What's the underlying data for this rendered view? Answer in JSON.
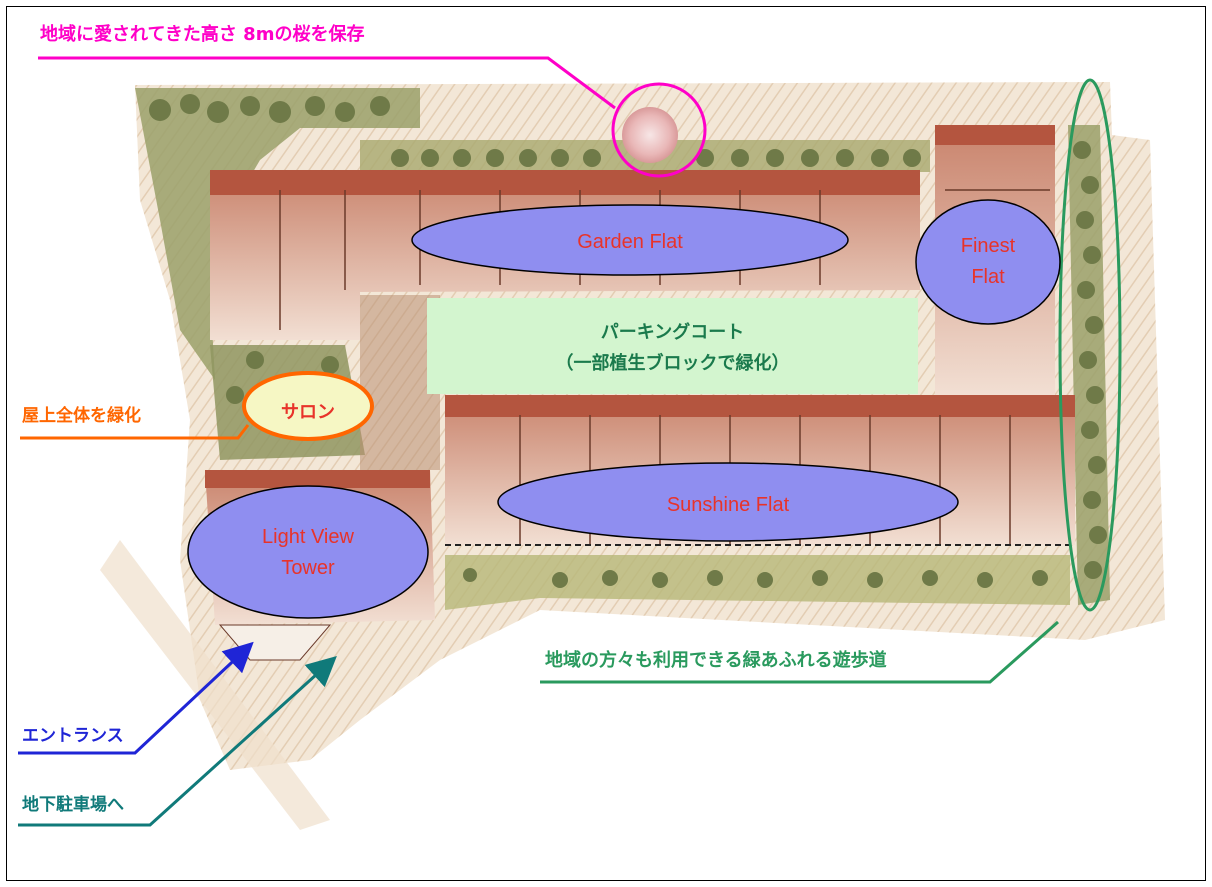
{
  "annotations": {
    "sakura": "地域に愛されてきた高さ 8mの桜を保存",
    "rooftop": "屋上全体を緑化",
    "promenade": "地域の方々も利用できる緑あふれる遊歩道",
    "entrance": "エントランス",
    "underground_parking": "地下駐車場へ"
  },
  "zones": {
    "garden_flat": "Garden Flat",
    "finest_flat_line1": "Finest",
    "finest_flat_line2": "Flat",
    "sunshine_flat": "Sunshine Flat",
    "light_view_line1": "Light View",
    "light_view_line2": "Tower",
    "salon": "サロン",
    "parking_court_line1": "パーキングコート",
    "parking_court_line2": "（一部植生ブロックで緑化）"
  },
  "colors": {
    "sakura": "#ff00c8",
    "rooftop": "#ff6600",
    "promenade": "#2a9a5e",
    "entrance": "#1f25d6",
    "parking": "#107a7a",
    "oval_fill": "#8f8ef0",
    "oval_text": "#e8332a",
    "salon_fill": "#f6f7c4",
    "parking_court_fill": "#d3f5cf"
  }
}
